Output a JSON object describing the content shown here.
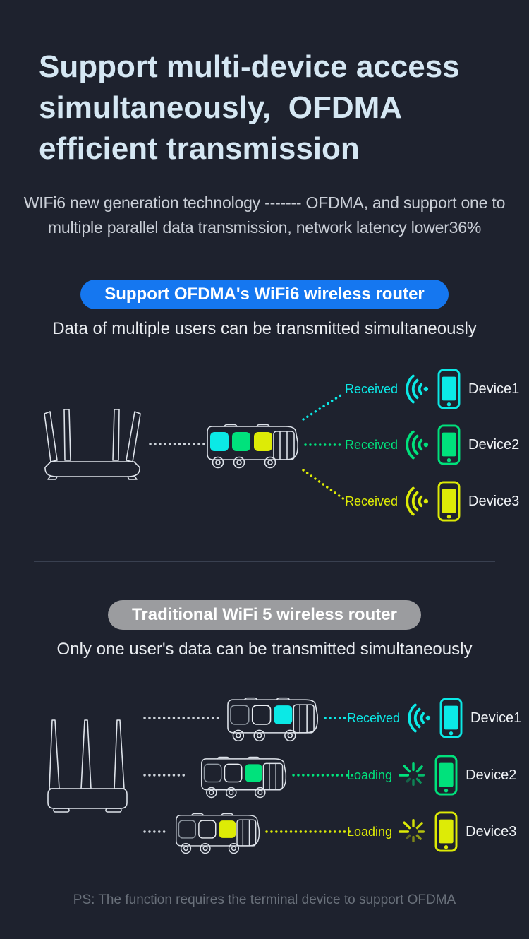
{
  "colors": {
    "bg": "#1e222e",
    "heading": "#d5e7f3",
    "text": "#c9ced6",
    "subtitle": "#e9ecf0",
    "device": "#f0f3f6",
    "note": "#6a717b",
    "blue": "#1577f0",
    "gray": "#9b9c9f",
    "cyan": "#0be9e6",
    "green": "#00e27c",
    "yellow": "#ddeb06",
    "outline": "#dde2e9",
    "dots": "#ccd2d9",
    "divider": "#394050"
  },
  "header": {
    "title": "Support multi-device access\nsimultaneously,  OFDMA\nefficient transmission",
    "intro": "WIFi6 new generation technology ------- OFDMA, and support one to\nmultiple parallel data transmission, network latency lower36%"
  },
  "section_wifi6": {
    "badge": "Support OFDMA's WiFi6 wireless router",
    "subtitle": "Data of multiple users can be transmitted simultaneously",
    "rows": [
      {
        "status": "Received",
        "device": "Device1",
        "color": "cyan"
      },
      {
        "status": "Received",
        "device": "Device2",
        "color": "green"
      },
      {
        "status": "Received",
        "device": "Device3",
        "color": "yellow"
      }
    ]
  },
  "section_wifi5": {
    "badge": "Traditional WiFi 5 wireless router",
    "subtitle": "Only one user's data can be transmitted simultaneously",
    "rows": [
      {
        "status": "Received",
        "device": "Device1",
        "color": "cyan",
        "icon": "wifi"
      },
      {
        "status": "Loading",
        "device": "Device2",
        "color": "green",
        "icon": "spinner"
      },
      {
        "status": "Loading",
        "device": "Device3",
        "color": "yellow",
        "icon": "spinner"
      }
    ]
  },
  "footer": {
    "note": "PS: The function requires the terminal device to support OFDMA"
  }
}
